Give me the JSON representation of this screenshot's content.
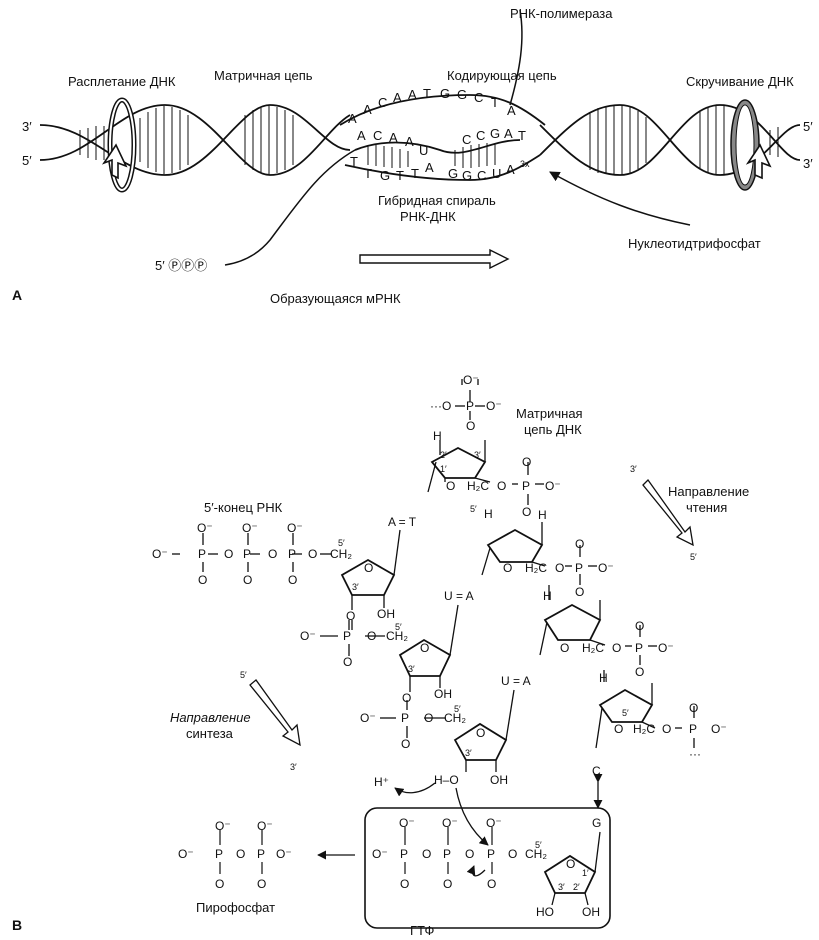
{
  "panel_a": {
    "letter": "A",
    "rna_polymerase": "РНК-полимераза",
    "unwinding": "Расплетание ДНК",
    "template_strand": "Матричная цепь",
    "coding_strand": "Кодирующая цепь",
    "rewinding": "Скручивание ДНК",
    "hybrid_line1": "Гибридная спираль",
    "hybrid_line2": "РНК-ДНК",
    "ntp": "Нуклеотидтрифосфат",
    "nascent_mrna": "Образующаяся мРНК",
    "five_prime_ppp": "5′ ⓅⓅⓅ",
    "end_3": "3′",
    "end_5": "5′",
    "coding_seq": [
      "A",
      "A",
      "C",
      "A",
      "A",
      "T",
      "G",
      "G",
      "C",
      "T",
      "A"
    ],
    "template_seq": [
      "T",
      "T",
      "G",
      "T",
      "T",
      "A"
    ],
    "rna_seq_left": [
      "A",
      "C",
      "A",
      "A",
      "U"
    ],
    "rna_seq_right": [
      "C",
      "C",
      "G",
      "A",
      "T"
    ],
    "rna_seq_bottom": [
      "G",
      "G",
      "C",
      "U",
      "A"
    ],
    "rna_3x": "3x"
  },
  "panel_b": {
    "letter": "B",
    "template_dna_line1": "Матричная",
    "template_dna_line2": "цепь ДНК",
    "rna_5end": "5′-конец РНК",
    "read_direction_line1": "Направление",
    "read_direction_line2": "чтения",
    "synthesis_direction_line1": "Направление",
    "synthesis_direction_line2": "синтеза",
    "pyrophosphate": "Пирофосфат",
    "gtp": "ГТФ",
    "pair_at": "A = T",
    "pair_ua": "U = A",
    "base_c": "C",
    "base_g": "G",
    "h_plus": "H⁺",
    "h_o": "H–O",
    "oh": "OH",
    "ho": "HO",
    "h": "H",
    "o": "O",
    "p": "P",
    "o_minus": "O⁻",
    "ch2": "CH₂",
    "h2c": "H₂C",
    "prime_5": "5′",
    "prime_3": "3′",
    "prime_2": "2′",
    "prime_1": "1′",
    "dots_o": "···O",
    "dots": "···"
  }
}
